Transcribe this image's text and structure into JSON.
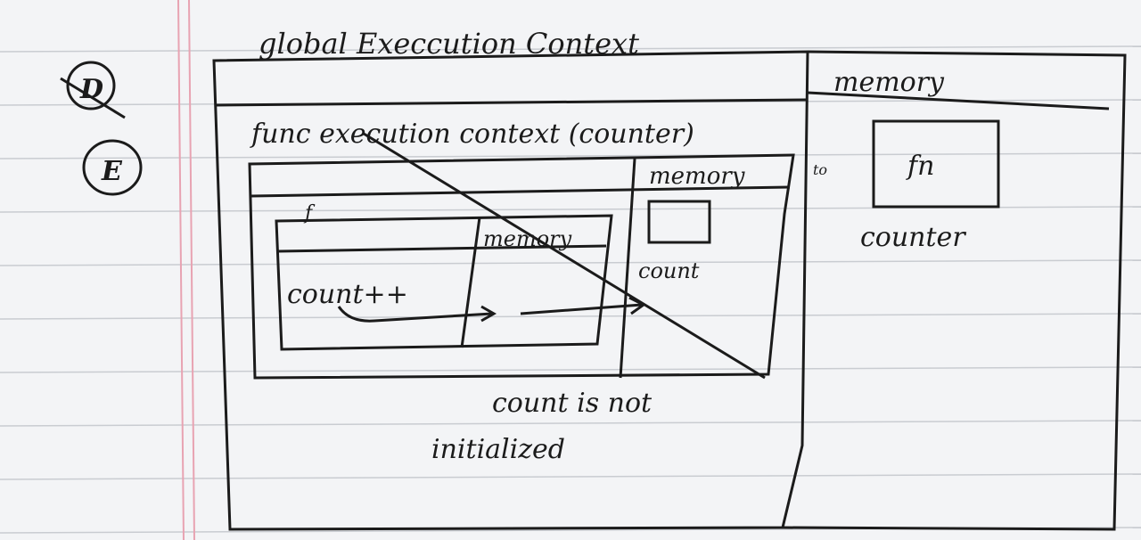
{
  "labels": {
    "global_title": "global Execcution Context",
    "memory_global": "memory",
    "func_title": "func execution context (counter)",
    "memory_func": "memory",
    "inner_func": "f",
    "memory_inner": "memory",
    "count_pp": "count++",
    "count_label": "count",
    "fn_box": "fn",
    "counter_label": "counter",
    "note_line1": "count is not",
    "note_line2": "initialized",
    "margin_d": "D",
    "margin_e": "E",
    "arrow_sign": "to"
  },
  "colors": {
    "paper": "#f3f4f6",
    "ruling": "#c9ccd1",
    "margin_line": "#e8a3b2",
    "ink": "#1b1b1b"
  }
}
